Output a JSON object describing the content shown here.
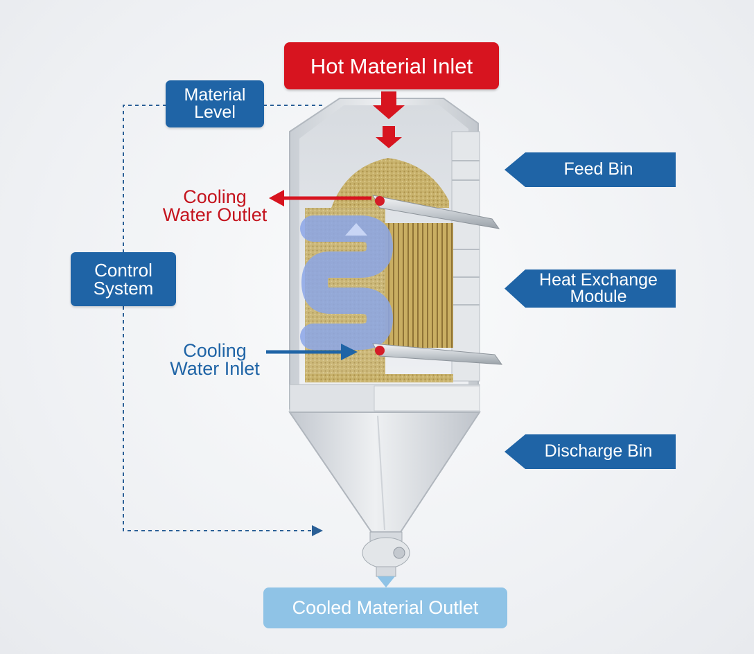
{
  "labels": {
    "hot_material_inlet": "Hot Material Inlet",
    "material_level": [
      "Material",
      "Level"
    ],
    "feed_bin": "Feed Bin",
    "cooling_water_outlet": [
      "Cooling",
      "Water Outlet"
    ],
    "control_system": [
      "Control",
      "System"
    ],
    "heat_exchange_module": [
      "Heat Exchange",
      "Module"
    ],
    "cooling_water_inlet": [
      "Cooling",
      "Water Inlet"
    ],
    "discharge_bin": "Discharge Bin",
    "cooled_material_outlet": "Cooled Material Outlet"
  },
  "colors": {
    "label_blue": "#1f64a6",
    "label_red": "#d7141f",
    "outlet_pale_blue": "#8fc3e6",
    "material": "#c7b06a",
    "steel": "#d9dde2"
  }
}
